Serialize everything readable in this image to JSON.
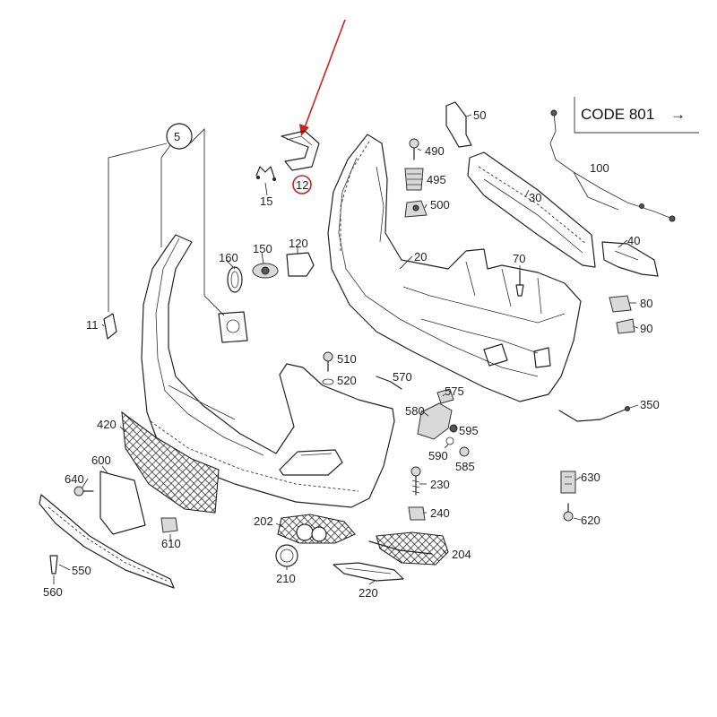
{
  "code_box": {
    "text": "CODE 801",
    "arrow": "→"
  },
  "highlight": {
    "part": "12",
    "color": "#d0201c"
  },
  "callouts": {
    "c5": "5",
    "c11": "11",
    "c12": "12",
    "c15": "15",
    "c20": "20",
    "c30": "30",
    "c40": "40",
    "c50": "50",
    "c70": "70",
    "c80": "80",
    "c90": "90",
    "c100": "100",
    "c120": "120",
    "c150": "150",
    "c160": "160",
    "c202": "202",
    "c204": "204",
    "c210": "210",
    "c220": "220",
    "c230": "230",
    "c240": "240",
    "c350": "350",
    "c420": "420",
    "c490": "490",
    "c495": "495",
    "c500": "500",
    "c510": "510",
    "c520": "520",
    "c550": "550",
    "c560": "560",
    "c570": "570",
    "c575": "575",
    "c580": "580",
    "c585": "585",
    "c590": "590",
    "c595": "595",
    "c600": "600",
    "c610": "610",
    "c620": "620",
    "c630": "630",
    "c640": "640"
  }
}
